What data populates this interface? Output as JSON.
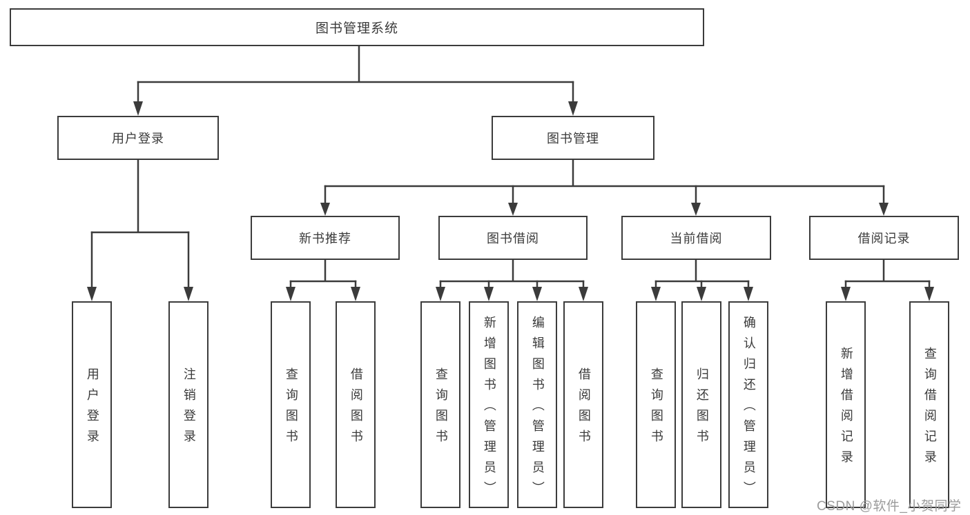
{
  "diagram": {
    "title": "图书管理系统",
    "level2": {
      "user_login": "用户登录",
      "book_management": "图书管理"
    },
    "level3": {
      "new_book": "新书推荐",
      "book_borrow": "图书借阅",
      "current_borrow": "当前借阅",
      "borrow_record": "借阅记录"
    },
    "leaves": {
      "user_login": [
        "用户登录",
        "注销登录"
      ],
      "new_book": [
        "查询图书",
        "借阅图书"
      ],
      "book_borrow": [
        "查询图书",
        "新增图书（管理员）",
        "编辑图书（管理员）",
        "借阅图书"
      ],
      "current_borrow": [
        "查询图书",
        "归还图书",
        "确认归还（管理员）"
      ],
      "borrow_record": [
        "新增借阅记录",
        "查询借阅记录"
      ]
    },
    "watermark": "CSDN @软件_小贺同学",
    "colors": {
      "line": "#3b3b3b",
      "text": "#3a3a3a",
      "watermark": "#9b9b9b",
      "background": "#ffffff"
    }
  }
}
